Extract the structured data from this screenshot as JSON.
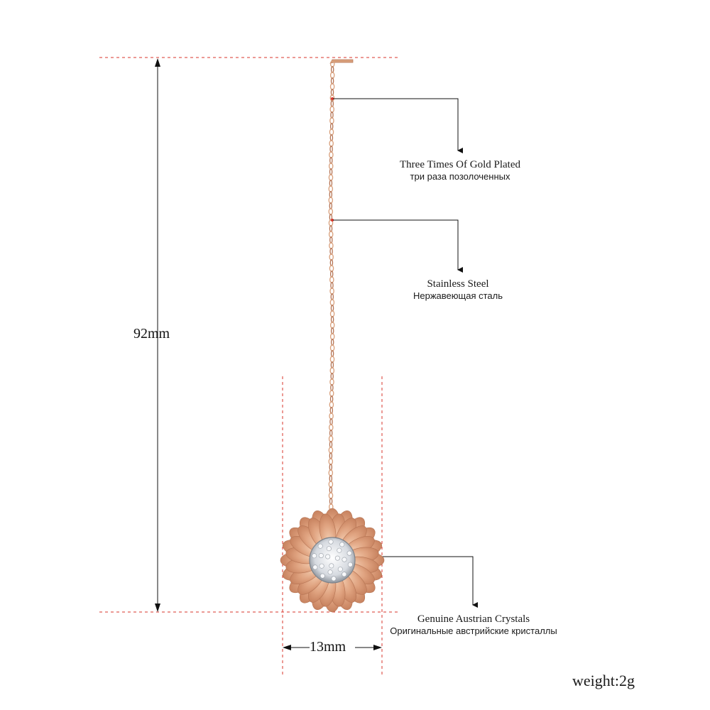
{
  "dimensions": {
    "height": "92mm",
    "width": "13mm"
  },
  "callouts": [
    {
      "english": "Three Times Of Gold Plated",
      "russian": "три раза позолоченных"
    },
    {
      "english": "Stainless Steel",
      "russian": "Нержавеющая сталь"
    },
    {
      "english": "Genuine Austrian Crystals",
      "russian": "Оригинальные австрийские кристаллы"
    }
  ],
  "weight": "weight:2g",
  "colors": {
    "guide_line": "#d9342b",
    "rose_gold": "#d9a07c",
    "rose_gold_dark": "#b57454",
    "crystal": "#e6e8ec"
  }
}
